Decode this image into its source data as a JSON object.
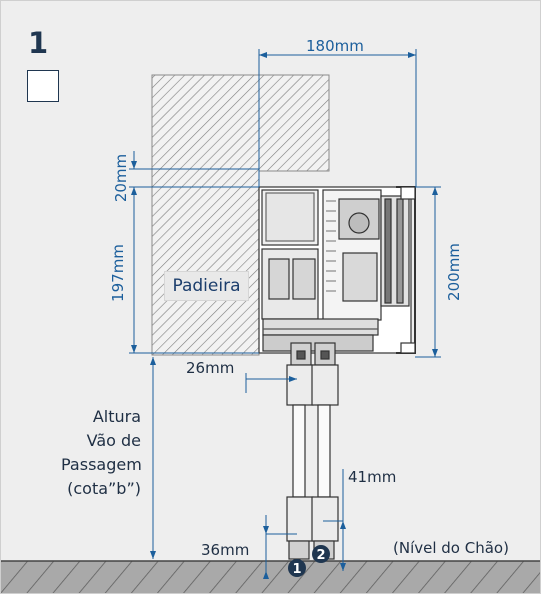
{
  "step_number": "1",
  "labels": {
    "width_top": "180mm",
    "dim_20": "20mm",
    "dim_197": "197mm",
    "dim_200": "200mm",
    "dim_26": "26mm",
    "dim_41": "41mm",
    "dim_36": "36mm",
    "lintel": "Padieira",
    "altura_lines": [
      "Altura",
      "Vão de",
      "Passagem",
      "(cota”b”)"
    ],
    "floor_level": "(Nível do Chão)",
    "marker_1": "1",
    "marker_2": "2"
  },
  "colors": {
    "dimension_blue": "#1c5f9c",
    "dark_navy": "#1f3650",
    "hatch_grey": "#7d7d7d"
  }
}
